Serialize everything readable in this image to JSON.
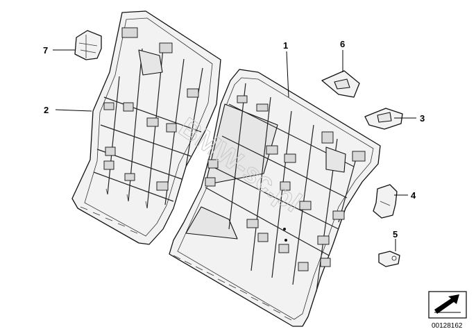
{
  "callouts": [
    {
      "id": "1",
      "label": "1"
    },
    {
      "id": "2",
      "label": "2"
    },
    {
      "id": "3",
      "label": "3"
    },
    {
      "id": "4",
      "label": "4"
    },
    {
      "id": "5",
      "label": "5"
    },
    {
      "id": "6",
      "label": "6"
    },
    {
      "id": "7",
      "label": "7"
    }
  ],
  "watermark": "BMW-sc.pl",
  "diagram_number": "00128162",
  "icons": {
    "corner_badge": "arrow-pointer-icon"
  }
}
